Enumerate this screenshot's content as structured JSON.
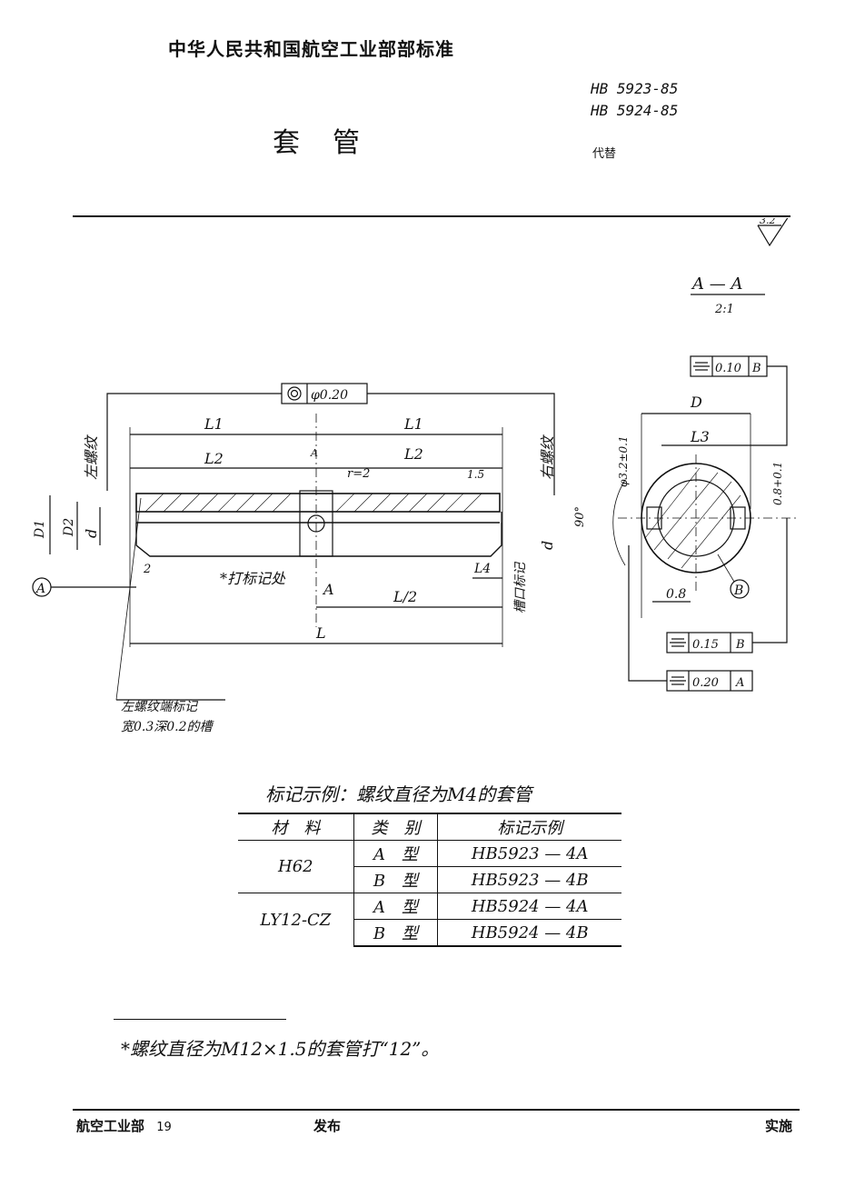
{
  "header": {
    "org_title": "中华人民共和国航空工业部部标准",
    "std_no_1": "HB 5923-85",
    "std_no_2": "HB 5924-85",
    "doc_title": "套管",
    "replace_label": "代替"
  },
  "drawing": {
    "roughness": "3.2",
    "section_title": "A — A",
    "section_scale": "2:1",
    "tol_concentric": "φ0.20",
    "tol_sym_1": "0.10",
    "tol_sym_1_datum": "B",
    "tol_sym_2": "0.15",
    "tol_sym_2_datum": "B",
    "tol_sym_3": "0.20",
    "tol_sym_3_datum": "A",
    "dim_L1": "L1",
    "dim_L2": "L2",
    "dim_L": "L",
    "dim_L_half": "L/2",
    "dim_L3": "L3",
    "dim_L4": "L4",
    "dim_D": "D",
    "dim_D1": "D1",
    "dim_D2": "D2",
    "dim_d": "d",
    "dim_r": "r=2",
    "dim_15": "1.5",
    "dim_2": "2",
    "dim_08": "0.8",
    "dim_phi32": "φ3.2±0.1",
    "dim_08tol": "0.8+0.1",
    "dim_90": "90°",
    "section_label": "A",
    "datum_A": "A",
    "datum_B": "B",
    "left_thread": "左螺纹",
    "right_thread": "右螺纹",
    "mark_place": "*打标记处",
    "slot_label": "槽口标记",
    "left_end_mark_1": "左螺纹端标记",
    "left_end_mark_2": "宽0.3深0.2的槽"
  },
  "table": {
    "caption": "标记示例：螺纹直径为M4的套管",
    "headers": [
      "材　料",
      "类　别",
      "标记示例"
    ],
    "rows": [
      {
        "material": "H62",
        "type": "A　型",
        "example": "HB5923 — 4A"
      },
      {
        "material": "",
        "type": "B　型",
        "example": "HB5923 — 4B"
      },
      {
        "material": "LY12-CZ",
        "type": "A　型",
        "example": "HB5924 — 4A"
      },
      {
        "material": "",
        "type": "B　型",
        "example": "HB5924 — 4B"
      }
    ]
  },
  "footnote": "*螺纹直径为M12×1.5的套管打“12”。",
  "footer": {
    "left": "航空工业部",
    "page": "19",
    "center": "发布",
    "right": "实施"
  }
}
